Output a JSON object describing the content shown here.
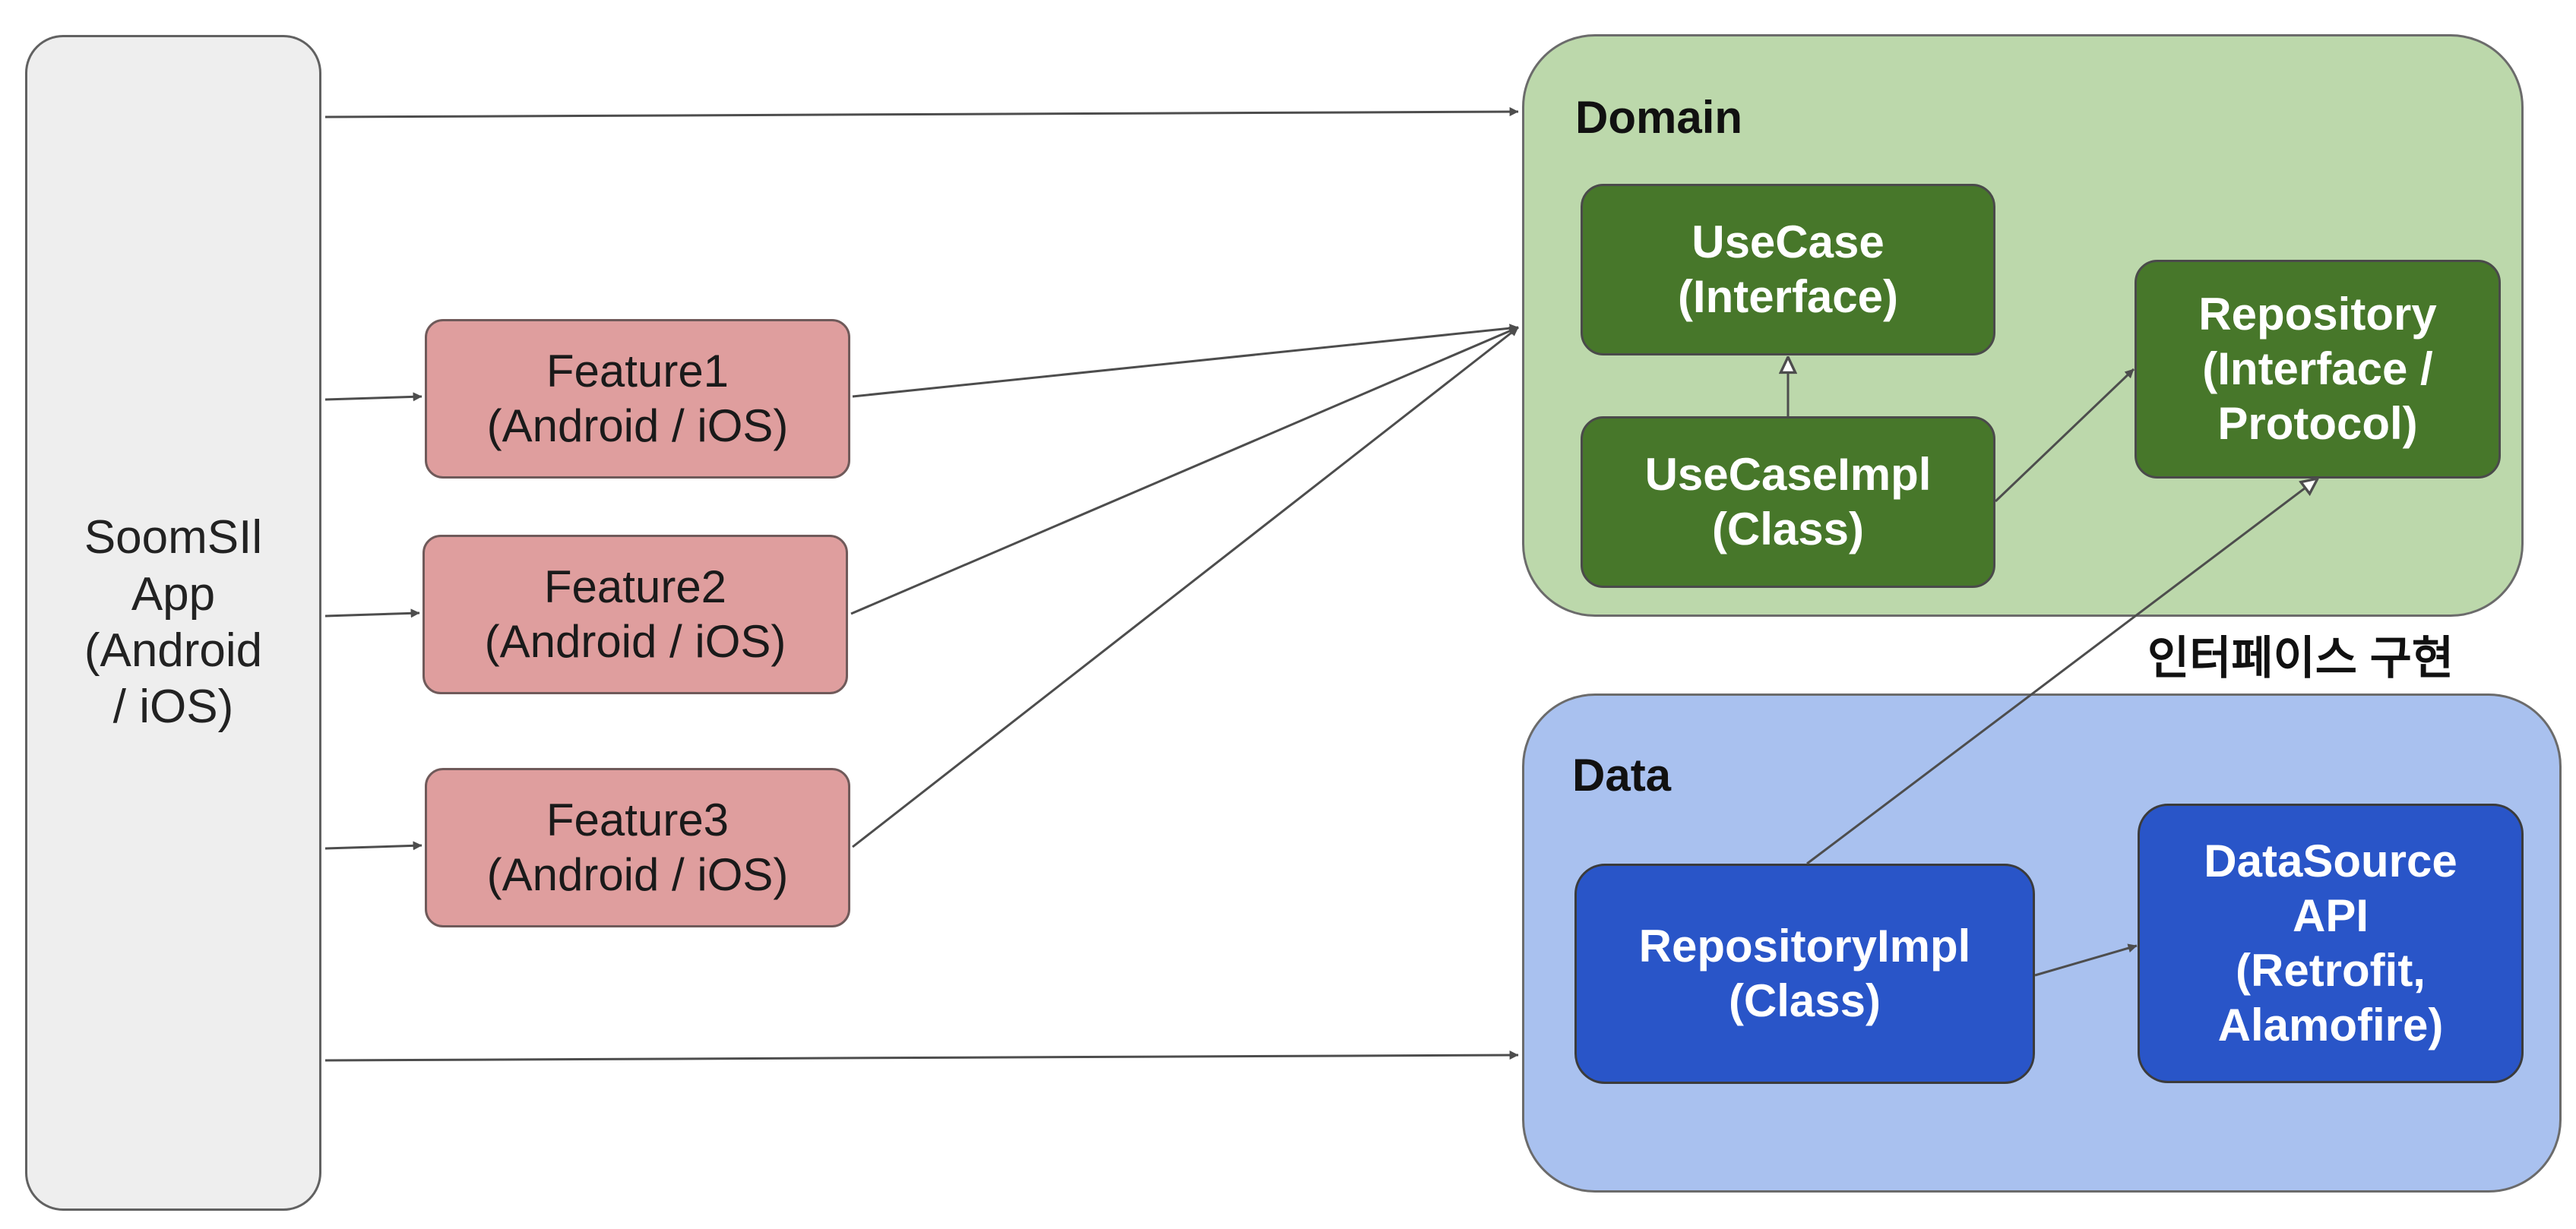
{
  "app": {
    "label": "SoomSIl\nApp\n(Android\n/ iOS)"
  },
  "features": [
    {
      "label": "Feature1\n(Android / iOS)"
    },
    {
      "label": "Feature2\n(Android / iOS)"
    },
    {
      "label": "Feature3\n(Android / iOS)"
    }
  ],
  "domain": {
    "title": "Domain",
    "usecase": "UseCase\n(Interface)",
    "usecase_impl": "UseCaseImpl\n(Class)",
    "repository": "Repository\n(Interface /\nProtocol)"
  },
  "data": {
    "title": "Data",
    "repository_impl": "RepositoryImpl\n(Class)",
    "datasource": "DataSource\nAPI\n(Retrofit,\nAlamofire)"
  },
  "caption": "인터페이스 구현",
  "colors": {
    "app_fill": "#eeeeee",
    "feature_fill": "#df9e9e",
    "domain_fill": "#bcd8ab",
    "domain_node_fill": "#47772a",
    "data_fill": "#a9c1ef",
    "data_node_fill": "#2955c8",
    "edge": "#4d4d4d"
  }
}
